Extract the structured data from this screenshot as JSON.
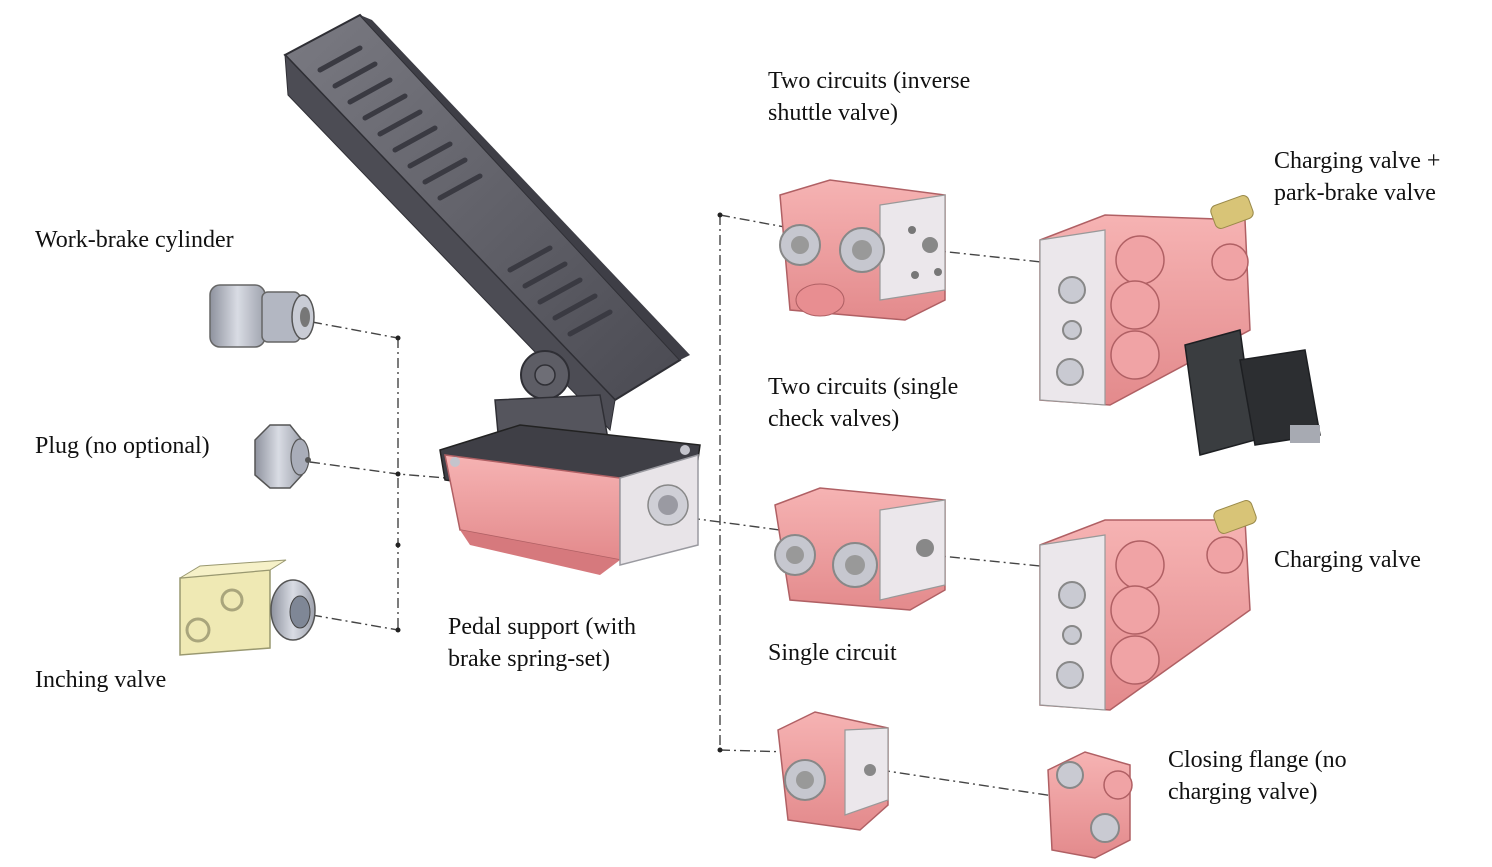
{
  "labels": {
    "work_brake_cylinder": "Work-brake cylinder",
    "plug": "Plug (no optional)",
    "inching_valve": "Inching valve",
    "pedal_support_l1": "Pedal support (with",
    "pedal_support_l2": "brake spring-set)",
    "two_circuits_inverse_l1": "Two circuits (inverse",
    "two_circuits_inverse_l2": "shuttle valve)",
    "two_circuits_single_l1": "Two circuits (single",
    "two_circuits_single_l2": "check valves)",
    "single_circuit": "Single circuit",
    "charging_park_l1": "Charging valve +",
    "charging_park_l2": "park-brake valve",
    "charging_valve": "Charging valve",
    "closing_flange_l1": "Closing flange (no",
    "closing_flange_l2": "charging valve)"
  },
  "colors": {
    "pedal": "#5f5f66",
    "pedal_dark": "#3d3d44",
    "housing": "#ee9a9a",
    "housing_dark": "#c76f72",
    "metal": "#b8bcc8",
    "face": "#e9e6ea",
    "inching_block": "#efe9b4",
    "brass": "#d8c477",
    "leader": "#444444"
  }
}
